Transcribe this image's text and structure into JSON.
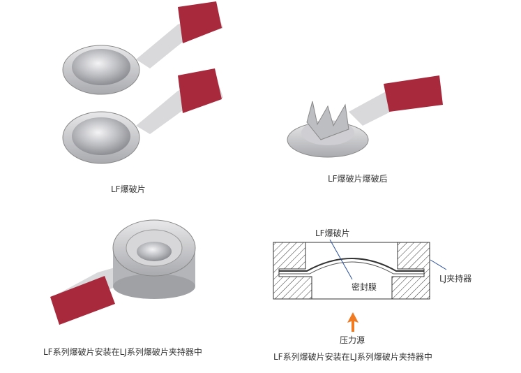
{
  "captions": {
    "disc": "LF爆破片",
    "burst": "LF爆破片爆破后",
    "holder_photo": "LF系列爆破片安装在LJ系列爆破片夹持器中",
    "diagram": "LF系列爆破片安装在LJ系列爆破片夹持器中"
  },
  "diagram": {
    "disc_label": "LF爆破片",
    "seal_label": "密封膜",
    "holder_label": "LJ夹持器",
    "pressure_label": "压力源",
    "arrow_color": "#f07a22",
    "leader_color": "#2a4f9a"
  },
  "tag_color": "#a8283c"
}
